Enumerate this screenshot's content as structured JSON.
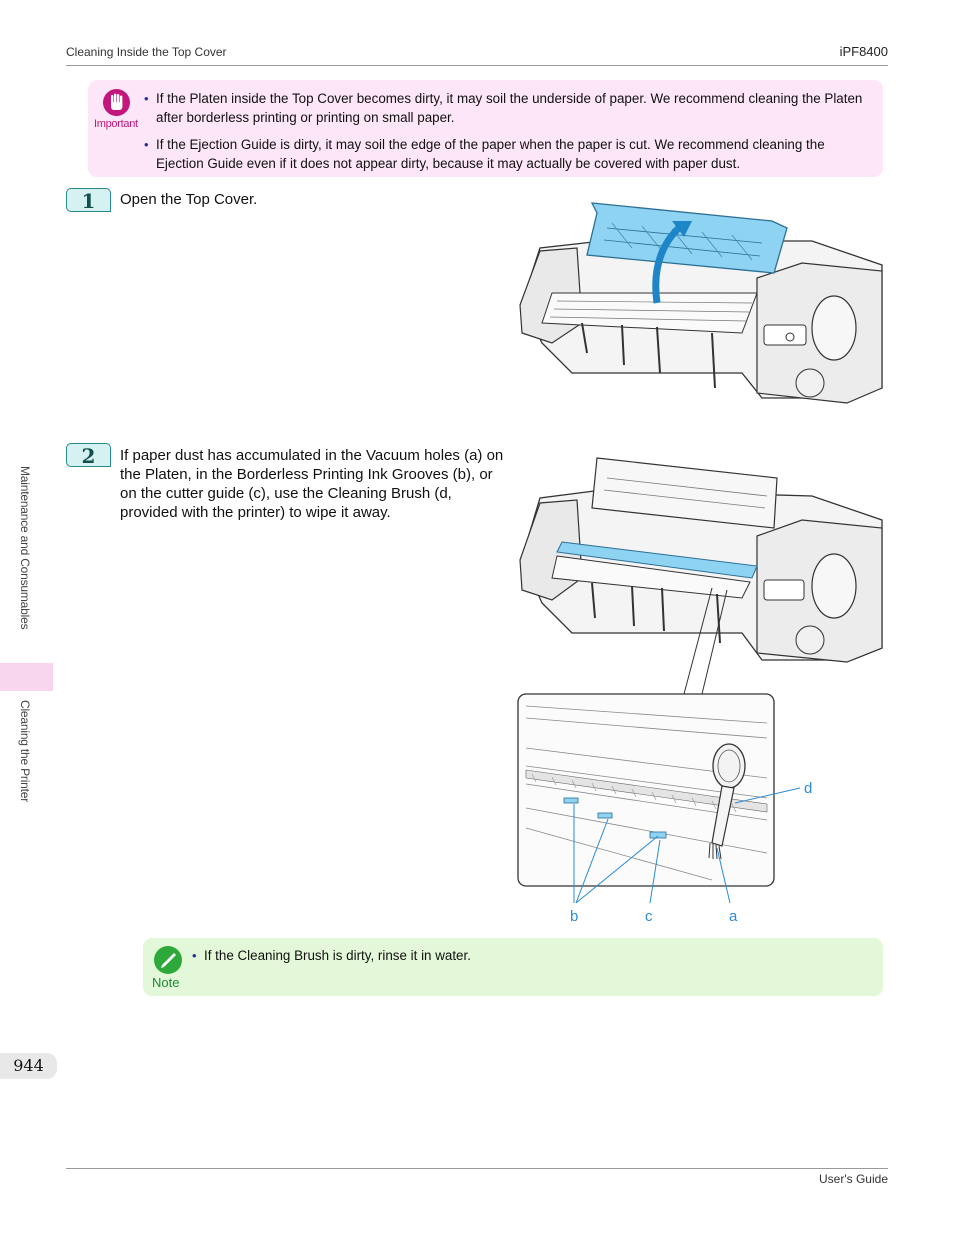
{
  "header": {
    "section": "Cleaning Inside the Top Cover",
    "model": "iPF8400"
  },
  "important": {
    "label": "Important",
    "items": [
      "If the Platen inside the Top Cover becomes dirty, it may soil the underside of paper. We recommend cleaning the Platen after borderless printing or printing on small paper.",
      "If the Ejection Guide is dirty, it may soil the edge of the paper when the paper is cut. We recommend cleaning the Ejection Guide even if it does not appear dirty, because it may actually be covered with paper dust."
    ]
  },
  "steps": [
    {
      "number": "1",
      "text": "Open the Top Cover."
    },
    {
      "number": "2",
      "text": "If paper dust has accumulated in the Vacuum holes (a) on the Platen, in the Borderless Printing Ink Grooves (b), or on the cutter guide (c), use the Cleaning Brush (d, provided with the printer) to wipe it away."
    }
  ],
  "callouts": {
    "a": "a",
    "b": "b",
    "c": "c",
    "d": "d"
  },
  "note": {
    "label": "Note",
    "items": [
      "If the Cleaning Brush is dirty, rinse it in water."
    ]
  },
  "side_tabs": {
    "chapter": "Maintenance and Consumables",
    "section": "Cleaning the Printer"
  },
  "page_number": "944",
  "footer": {
    "guide": "User's Guide"
  },
  "colors": {
    "important_bg": "#fde6f7",
    "important_accent": "#c2167d",
    "note_bg": "#e3f8d8",
    "note_accent": "#2ea83a",
    "step_bg": "#d6f1f1",
    "highlight_blue": "#8fd3f2",
    "callout_blue": "#2b8bd6"
  },
  "icons": {
    "important": "hand-stop-icon",
    "note": "pencil-check-icon"
  }
}
